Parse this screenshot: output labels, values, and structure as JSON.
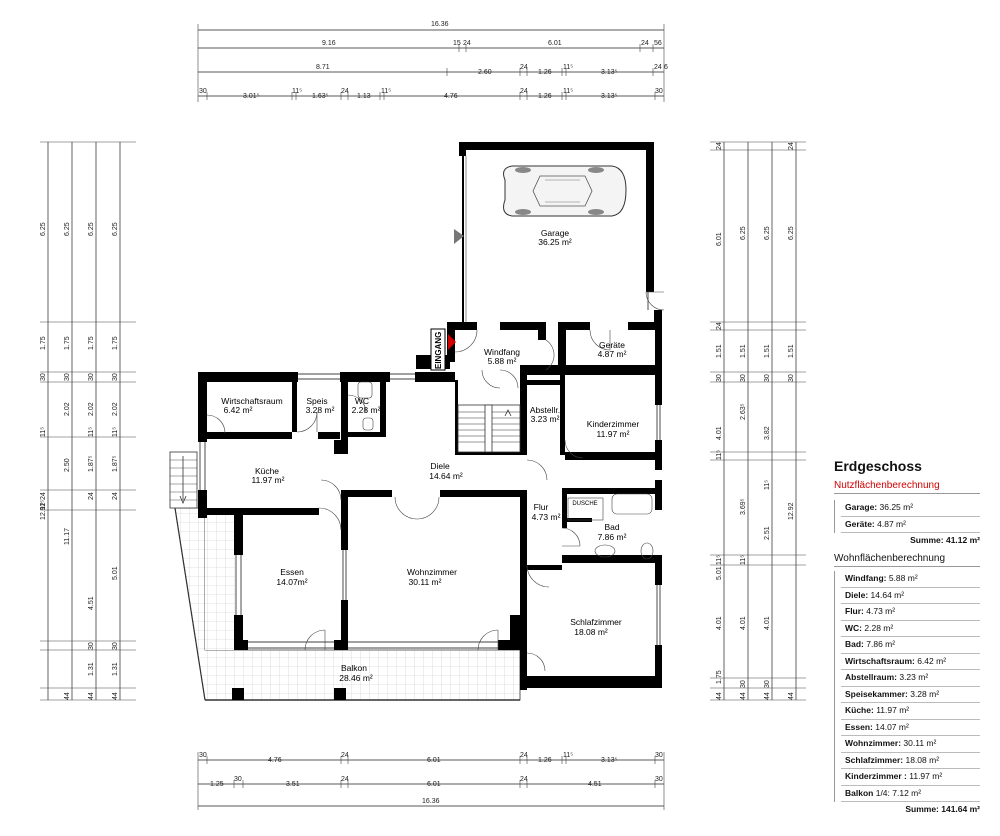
{
  "legend": {
    "title": "Erdgeschoss",
    "nutz_heading": "Nutzflächenberechnung",
    "nutz_items": [
      {
        "name": "Garage:",
        "value": "36.25 m²"
      },
      {
        "name": "Geräte:",
        "value": "4.87 m²"
      }
    ],
    "nutz_sum": "Summe: 41.12 m²",
    "wohn_heading": "Wohnflächenberechnung",
    "wohn_items": [
      {
        "name": "Windfang:",
        "value": "5.88 m²"
      },
      {
        "name": "Diele:",
        "value": "14.64 m²"
      },
      {
        "name": "Flur:",
        "value": "4.73 m²"
      },
      {
        "name": "WC:",
        "value": "2.28 m²"
      },
      {
        "name": "Bad:",
        "value": "7.86 m²"
      },
      {
        "name": "Wirtschaftsraum:",
        "value": "6.42 m²"
      },
      {
        "name": "Abstellraum:",
        "value": "3.23 m²"
      },
      {
        "name": "Speisekammer:",
        "value": "3.28 m²"
      },
      {
        "name": "Küche:",
        "value": "11.97 m²"
      },
      {
        "name": "Essen:",
        "value": "14.07 m²"
      },
      {
        "name": "Wohnzimmer:",
        "value": "30.11 m²"
      },
      {
        "name": "Schlafzimmer:",
        "value": "18.08 m²"
      },
      {
        "name": "Kinderzimmer :",
        "value": "11.97 m²"
      },
      {
        "name": "Balkon",
        "value": "1/4: 7.12 m²"
      }
    ],
    "wohn_sum": "Summe: 141.64 m²"
  },
  "rooms": {
    "garage": {
      "name": "Garage",
      "area": "36.25 m²"
    },
    "geraete": {
      "name": "Geräte",
      "area": "4.87 m²"
    },
    "windfang": {
      "name": "Windfang",
      "area": "5.88 m²"
    },
    "eingang": "EINGANG",
    "wirtschaftsraum": {
      "name": "Wirtschaftsraum",
      "area": "6.42 m²"
    },
    "speis": {
      "name": "Speis",
      "area": "3.28 m²"
    },
    "wc": {
      "name": "WC",
      "area": "2.28 m²"
    },
    "abstellr": {
      "name": "Abstellr.",
      "area": "3.23 m²"
    },
    "kinderzimmer": {
      "name": "Kinderzimmer",
      "area": "11.97 m²"
    },
    "kueche": {
      "name": "Küche",
      "area": "11.97 m²"
    },
    "diele": {
      "name": "Diele",
      "area": "14.64 m²"
    },
    "flur": {
      "name": "Flur",
      "area": "4.73 m²"
    },
    "dusche": "DUSCHE",
    "bad": {
      "name": "Bad",
      "area": "7.86 m²"
    },
    "essen": {
      "name": "Essen",
      "area": "14.07m²"
    },
    "wohnzimmer": {
      "name": "Wohnzimmer",
      "area": "30.11 m²"
    },
    "schlafzimmer": {
      "name": "Schlafzimmer",
      "area": "18.08 m²"
    },
    "balkon": {
      "name": "Balkon",
      "area": "28.46 m²"
    }
  },
  "dims": {
    "top_total": "16.36",
    "top_row1": [
      "9.16",
      "15",
      "24",
      "6.01",
      "24",
      "56"
    ],
    "top_row2": [
      "8.71",
      "2.60",
      "24",
      "1.26",
      "11⁵",
      "3.13⁵",
      "24",
      "6"
    ],
    "top_row3": [
      "30",
      "3.01⁵",
      "11⁵",
      "1.63⁵",
      "24",
      "1.13",
      "11⁵",
      "4.76",
      "24",
      "1.26",
      "11⁵",
      "3.13⁵",
      "30"
    ],
    "bottom_row1": [
      "30",
      "4.76",
      "24",
      "6.01",
      "24",
      "1.26",
      "11⁵",
      "3.13⁵",
      "30"
    ],
    "bottom_row2": [
      "1.25",
      "30",
      "3.51",
      "24",
      "6.01",
      "24",
      "4.51",
      "30"
    ],
    "bottom_total": "16.36",
    "left_col1": [
      "6.25",
      "1.75",
      "30",
      "11⁵",
      "11⁵",
      "24",
      "4.51",
      "30",
      "1.31",
      "44",
      "12.92"
    ],
    "left_col2": [
      "6.25",
      "1.75",
      "30",
      "2.02",
      "2.50",
      "11.17",
      "44"
    ],
    "left_col3": [
      "6.25",
      "1.75",
      "30",
      "2.02",
      "11⁵",
      "1.87⁵",
      "24",
      "5.01",
      "30",
      "1.31",
      "44"
    ],
    "right_col1": [
      "24",
      "6.01",
      "24",
      "1.51",
      "30",
      "4.01",
      "11⁵",
      "5.01",
      "11⁵",
      "4.01",
      "1.75",
      "44"
    ],
    "right_col2": [
      "6.25",
      "1.51",
      "30",
      "2.63⁵",
      "3.69⁵",
      "11⁵",
      "2.51",
      "4.01",
      "30",
      "44"
    ],
    "right_col3": [
      "6.25",
      "1.51",
      "30",
      "3.82",
      "11⁵",
      "2.51",
      "4.01",
      "30",
      "44"
    ],
    "right_total": "12.92"
  }
}
